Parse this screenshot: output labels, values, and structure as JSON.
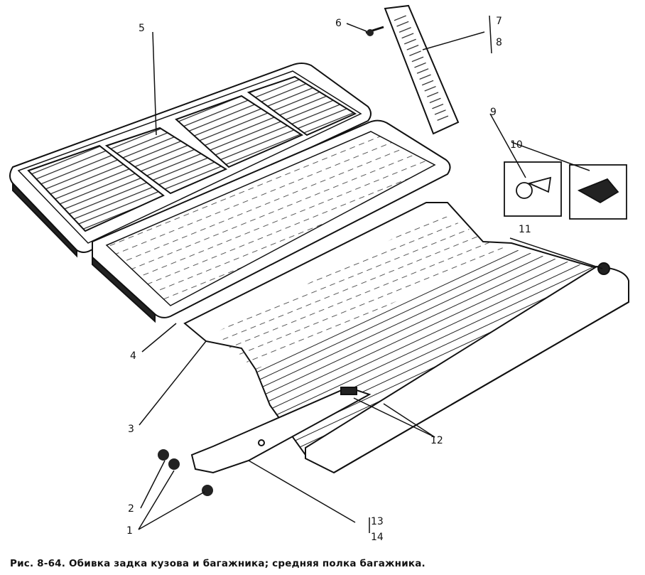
{
  "figure": {
    "callouts": [
      "1",
      "2",
      "3",
      "4",
      "5",
      "6",
      "7",
      "8",
      "9",
      "10",
      "11",
      "12",
      "13",
      "14"
    ],
    "caption": "Рис. 8-64. Обивка задка кузова и багажника; средняя полка багажника."
  }
}
